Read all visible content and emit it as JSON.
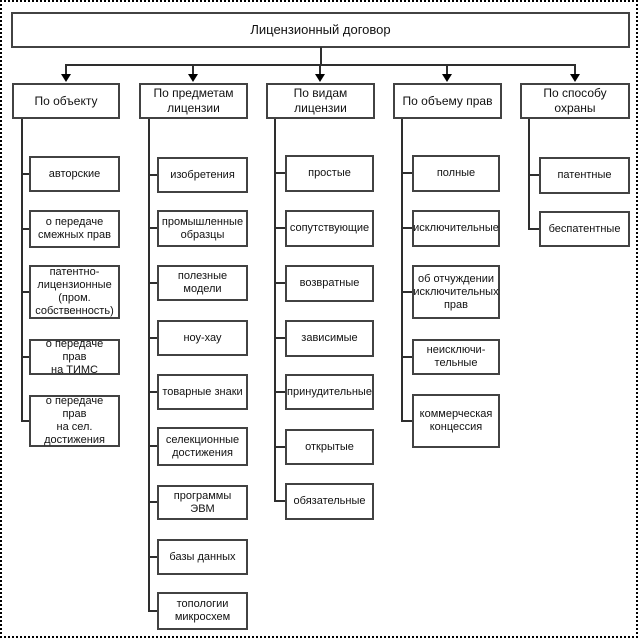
{
  "diagram": {
    "title": "Лицензионный договор",
    "colors": {
      "box_border": "#424242",
      "connector": "#2e2e2e",
      "background": "#ffffff",
      "text": "#111111"
    },
    "root": {
      "label": "Лицензионный договор"
    },
    "columns": [
      {
        "header": "По объекту",
        "children": [
          "авторские",
          "о передаче\nсмежных прав",
          "патентно-\nлицензионные\n(пром.\nсобственность)",
          "о передаче прав\nна ТИМС",
          "о передаче прав\nна сел.\nдостижения"
        ]
      },
      {
        "header": "По предметам\nлицензии",
        "children": [
          "изобретения",
          "промышленные\nобразцы",
          "полезные\nмодели",
          "ноу-хау",
          "товарные знаки",
          "селекционные\nдостижения",
          "программы ЭВМ",
          "базы данных",
          "топологии\nмикросхем"
        ]
      },
      {
        "header": "По видам\nлицензии",
        "children": [
          "простые",
          "сопутствующие",
          "возвратные",
          "зависимые",
          "принудительные",
          "открытые",
          "обязательные"
        ]
      },
      {
        "header": "По объему прав",
        "children": [
          "полные",
          "исключительные",
          "об отчуждении\nисключительных\nправ",
          "неисключи-\nтельные",
          "коммерческая\nконцессия"
        ]
      },
      {
        "header": "По способу\nохраны",
        "children": [
          "патентные",
          "беспатентные"
        ]
      }
    ]
  }
}
